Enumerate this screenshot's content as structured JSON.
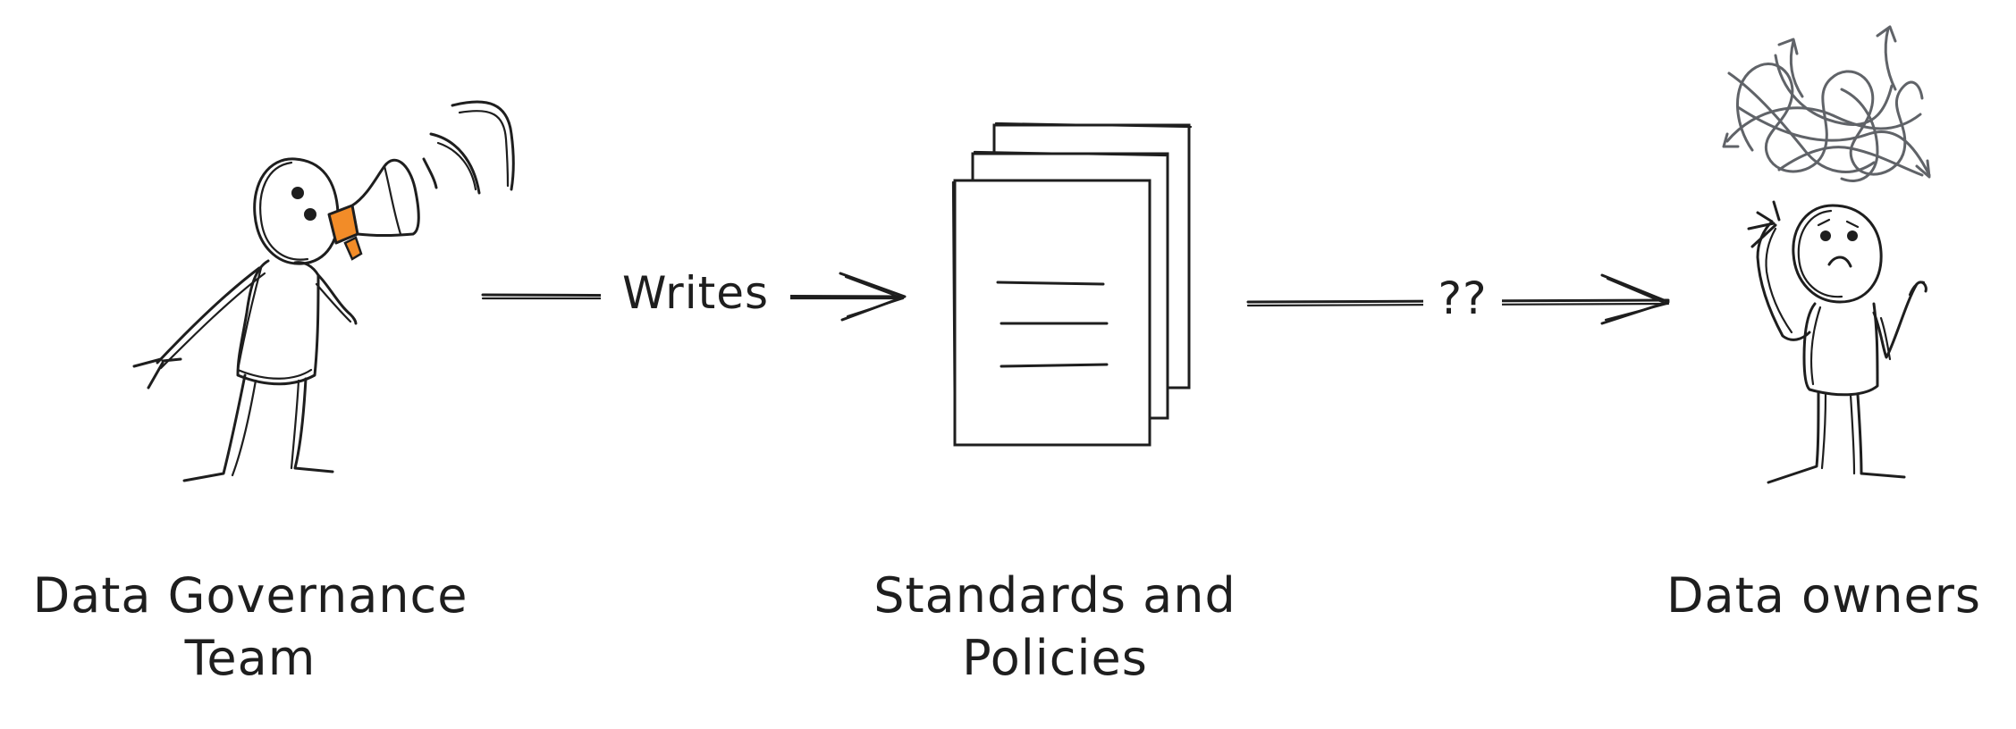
{
  "nodes": {
    "governance": {
      "label_line1": "Data Governance",
      "label_line2": "Team"
    },
    "standards": {
      "label_line1": "Standards and",
      "label_line2": "Policies"
    },
    "owners": {
      "label_line1": "Data owners"
    }
  },
  "edges": {
    "writes": {
      "label": "Writes"
    },
    "unknown": {
      "label": "??"
    }
  },
  "colors": {
    "stroke": "#1e1e1e",
    "accent": "#f28c28",
    "scribble": "#606368"
  },
  "icons": {
    "governance": "person-with-megaphone-icon",
    "standards": "document-stack-icon",
    "owners": "confused-person-icon"
  }
}
